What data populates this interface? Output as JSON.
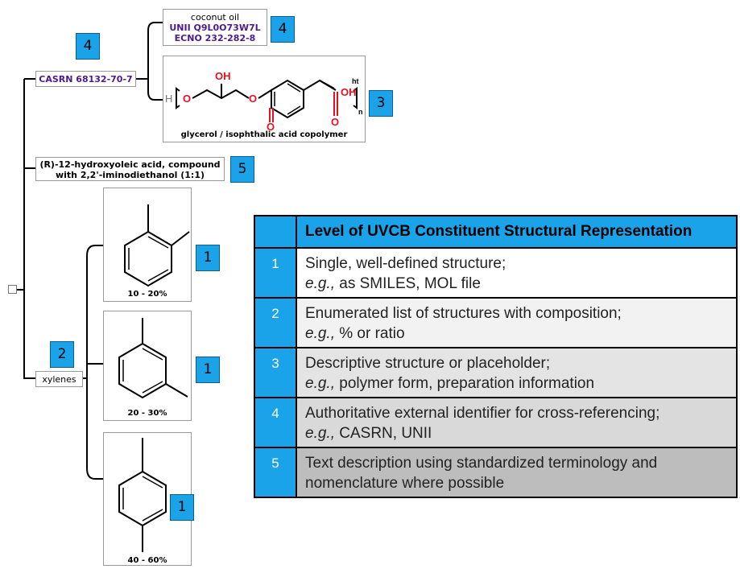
{
  "tree": {
    "casrn_node": "CASRN 68132-70-7",
    "coconut": {
      "name": "coconut oil",
      "unii": "UNII Q9L0O73W7L",
      "ecno": "ECNO 232-282-8"
    },
    "polymer": {
      "caption": "glycerol / isophthalic acid copolymer",
      "atoms": {
        "h": "H",
        "o1": "O",
        "oh_top": "OH",
        "o_ester": "O",
        "o_dbl1": "O",
        "o_dbl2": "O",
        "oh_right": "OH",
        "ht": "ht",
        "n": "n"
      }
    },
    "hydroxy_node": {
      "line1": "(R)-12-hydroxyoleic acid, compound",
      "line2": "with 2,2'-iminodiethanol (1:1)"
    },
    "xylenes_node": "xylenes",
    "isomers": [
      {
        "caption": "10 - 20%"
      },
      {
        "caption": "20 - 30%"
      },
      {
        "caption": "40 - 60%"
      }
    ]
  },
  "badges": {
    "casrn": "4",
    "coconut": "4",
    "polymer": "3",
    "hydroxy": "5",
    "xylenes": "2",
    "ortho": "1",
    "meta": "1",
    "para": "1"
  },
  "legend": {
    "header": "Level of UVCB Constituent Structural Representation",
    "rows": [
      {
        "num": "1",
        "line1": "Single, well-defined structure;",
        "eg": "e.g.,",
        "line2": " as SMILES, MOL file"
      },
      {
        "num": "2",
        "line1": "Enumerated list of structures with composition;",
        "eg": "e.g.,",
        "line2": " % or ratio"
      },
      {
        "num": "3",
        "line1": "Descriptive structure or placeholder;",
        "eg": "e.g.,",
        "line2": " polymer form, preparation information"
      },
      {
        "num": "4",
        "line1": "Authoritative external identifier for cross-referencing;",
        "eg": "e.g.,",
        "line2": " CASRN, UNII"
      },
      {
        "num": "5",
        "line1": "Text description using standardized terminology and",
        "eg": "",
        "line2": "nomenclature where possible"
      }
    ]
  },
  "colors": {
    "badge": "#1aa3e8",
    "link": "#4b1b8c",
    "oxygen": "#e8101e"
  }
}
